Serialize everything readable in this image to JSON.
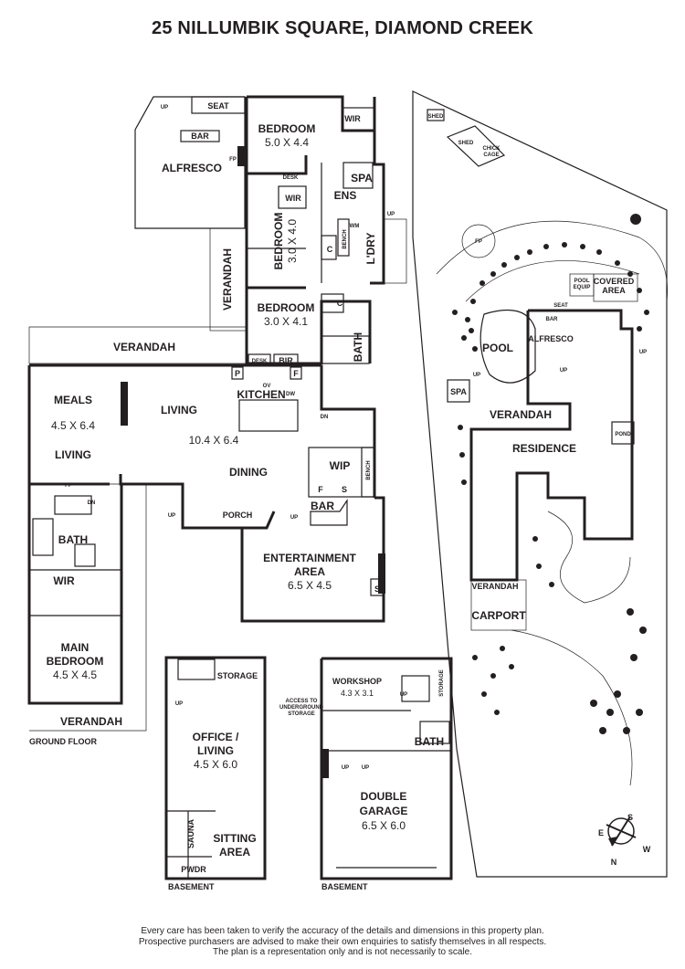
{
  "title": "25 NILLUMBIK SQUARE, DIAMOND CREEK",
  "ground_floor": {
    "floor_label": "GROUND FLOOR",
    "rooms": {
      "seat": "SEAT",
      "bar_alfresco": "BAR",
      "alfresco": "ALFRESCO",
      "bedroom1_name": "BEDROOM",
      "bedroom1_dim": "5.0 X 4.4",
      "wir1": "WIR",
      "desk1": "DESK",
      "spa": "SPA",
      "ens": "ENS",
      "wir2": "WIR",
      "bedroom2_name": "BEDROOM",
      "bedroom2_dim": "3.0 X 4.0",
      "c1": "C",
      "bench1": "BENCH",
      "ldry": "L'DRY",
      "wm": "WM",
      "verandah_side": "VERANDAH",
      "bedroom3_name": "BEDROOM",
      "bedroom3_dim": "3.0 X 4.1",
      "c2": "C",
      "bath1": "BATH",
      "verandah_top": "VERANDAH",
      "desk2": "DESK",
      "bir": "BIR",
      "p": "P",
      "f1": "F",
      "kitchen": "KITCHEN",
      "ov": "OV",
      "dw": "DW",
      "meals_name": "MEALS",
      "meals_dim": "4.5 X 6.4",
      "living_left": "LIVING",
      "living": "LIVING",
      "living_dim": "10.4 X 6.4",
      "dining": "DINING",
      "wip": "WIP",
      "bench2": "BENCH",
      "f2": "F",
      "s1": "S",
      "bar2": "BAR",
      "porch": "PORCH",
      "ent_name1": "ENTERTAINMENT",
      "ent_name2": "AREA",
      "ent_dim": "6.5 X 4.5",
      "s2": "S",
      "bath2": "BATH",
      "wir3": "WIR",
      "main_bed1": "MAIN",
      "main_bed2": "BEDROOM",
      "main_bed_dim": "4.5 X 4.5",
      "verandah_bottom": "VERANDAH",
      "fp": "FP",
      "up": "UP",
      "dn": "DN"
    }
  },
  "basement_office": {
    "floor_label": "BASEMENT",
    "storage": "STORAGE",
    "office1": "OFFICE /",
    "office2": "LIVING",
    "office_dim": "4.5 X 6.0",
    "sauna": "SAUNA",
    "sitting1": "SITTING",
    "sitting2": "AREA",
    "pwdr": "PWDR",
    "up": "UP"
  },
  "basement_garage": {
    "floor_label": "BASEMENT",
    "access1": "ACCESS TO",
    "access2": "UNDERGROUND",
    "access3": "STORAGE",
    "workshop": "WORKSHOP",
    "workshop_dim": "4.3 X 3.1",
    "storage": "STORAGE",
    "bath": "BATH",
    "garage1": "DOUBLE",
    "garage2": "GARAGE",
    "garage_dim": "6.5 X 6.0",
    "up": "UP"
  },
  "site_plan": {
    "shed1": "SHED",
    "shed2": "SHED",
    "chick1": "CHICK",
    "chick2": "CAGE",
    "fp": "FP",
    "pool_equip1": "POOL",
    "pool_equip2": "EQUIP",
    "covered1": "COVERED",
    "covered2": "AREA",
    "seat": "SEAT",
    "bar": "BAR",
    "alfresco": "ALFRESCO",
    "pool": "POOL",
    "spa": "SPA",
    "verandah": "VERANDAH",
    "residence": "RESIDENCE",
    "pond": "POND",
    "verandah2": "VERANDAH",
    "carport": "CARPORT",
    "up": "UP"
  },
  "compass": {
    "n": "N",
    "s": "S",
    "e": "E",
    "w": "W"
  },
  "disclaimer": [
    "Every care has been taken to verify the accuracy of the details and dimensions in this property plan.",
    "Prospective purchasers are advised to make their own enquiries to satisfy themselves in all respects.",
    "The plan is a representation only and is not necessarily to scale."
  ],
  "colors": {
    "ink": "#231f20",
    "background": "#ffffff"
  }
}
